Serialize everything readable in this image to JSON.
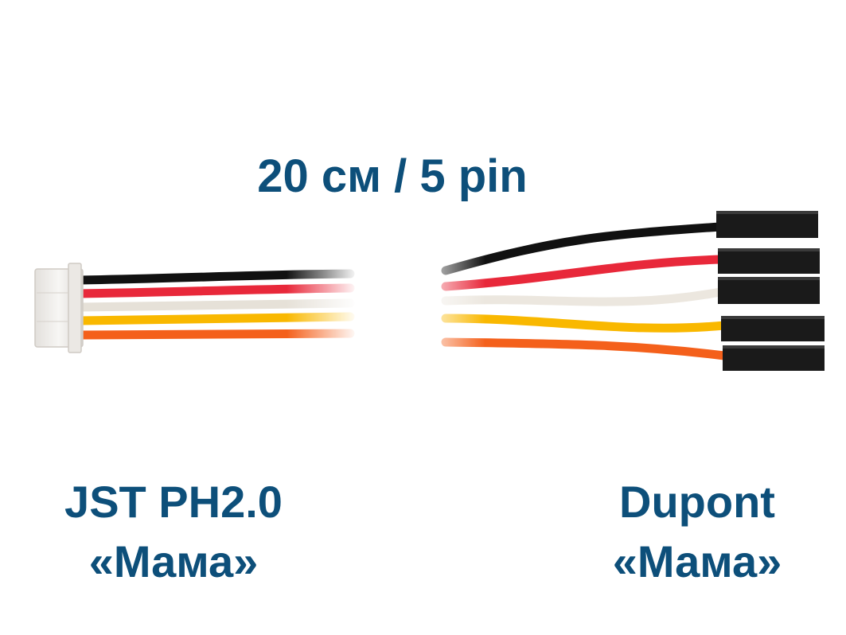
{
  "title": "20 см / 5 pin",
  "left_connector": {
    "line1": "JST PH2.0",
    "line2": "«Мама»"
  },
  "right_connector": {
    "line1": "Dupont",
    "line2": "«Мама»"
  },
  "colors": {
    "text": "#0d4f7a",
    "wire_black": "#111111",
    "wire_red": "#e8283a",
    "wire_white": "#ece7df",
    "wire_yellow": "#f9b800",
    "wire_orange": "#f4601b",
    "housing": "#f2f0ee",
    "dupont_body": "#1a1a1a"
  },
  "wires": [
    "black",
    "red",
    "white",
    "yellow",
    "orange"
  ]
}
